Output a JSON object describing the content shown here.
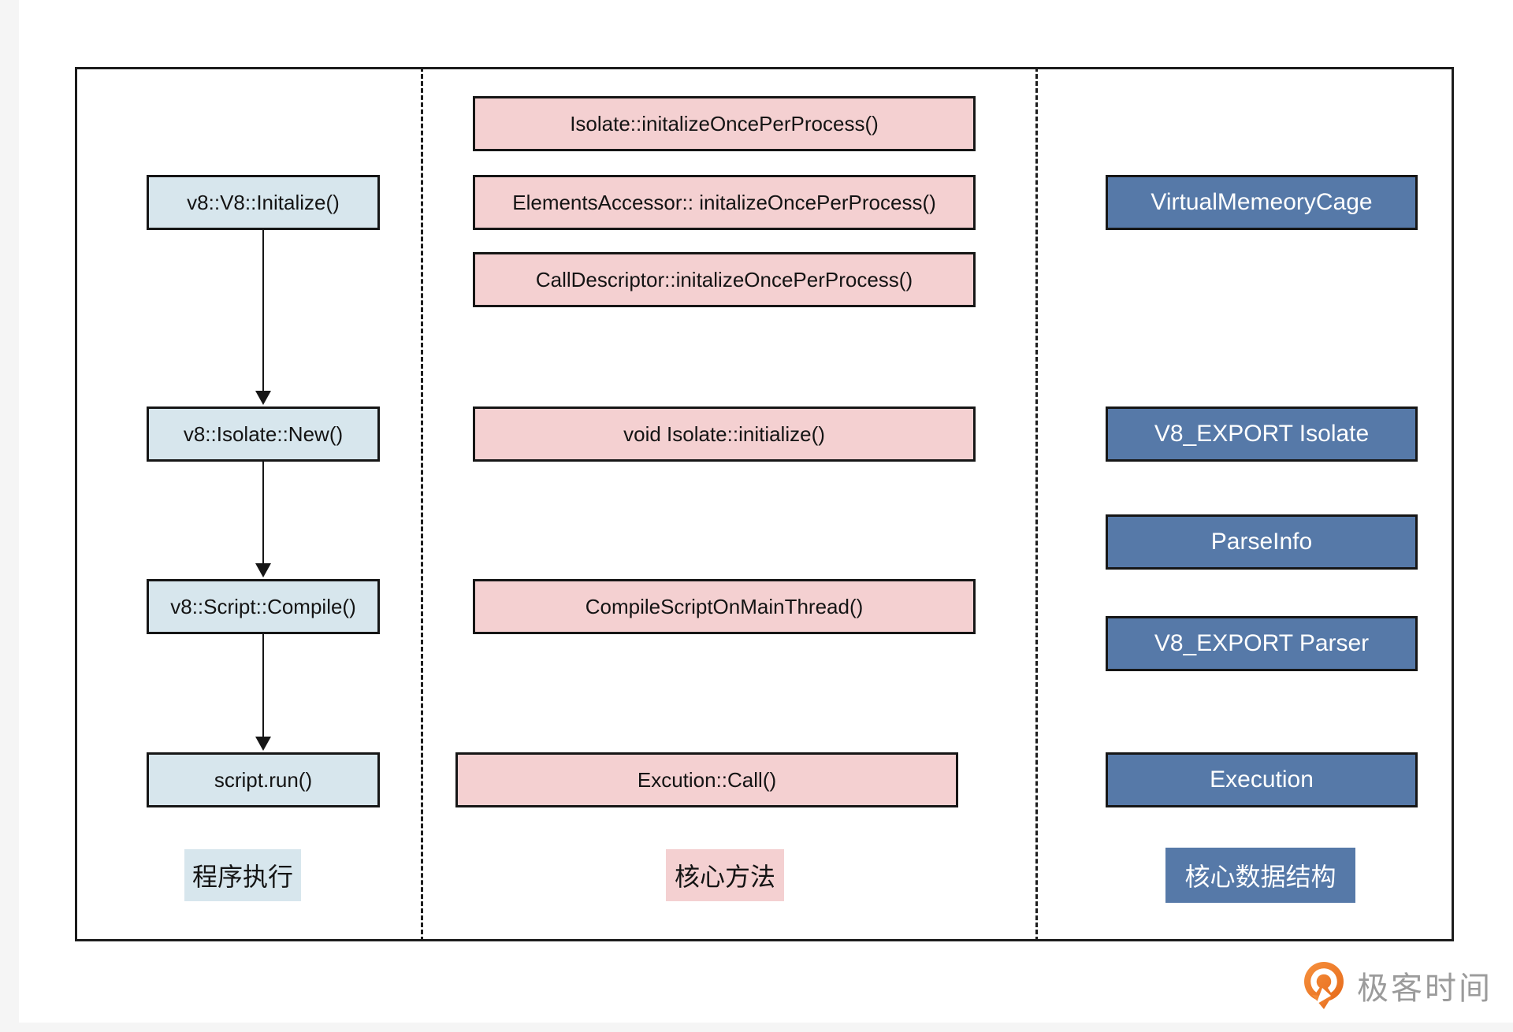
{
  "diagram": {
    "left_column": {
      "caption": "程序执行",
      "boxes": [
        "v8::V8::Initalize()",
        "v8::Isolate::New()",
        "v8::Script::Compile()",
        "script.run()"
      ]
    },
    "middle_column": {
      "caption": "核心方法",
      "boxes": [
        "Isolate::initalizeOncePerProcess()",
        "ElementsAccessor:: initalizeOncePerProcess()",
        "CallDescriptor::initalizeOncePerProcess()",
        "void Isolate::initialize()",
        "CompileScriptOnMainThread()",
        "Excution::Call()"
      ]
    },
    "right_column": {
      "caption": "核心数据结构",
      "boxes": [
        "VirtualMemeoryCage",
        "V8_EXPORT Isolate",
        "ParseInfo",
        "V8_EXPORT Parser",
        "Execution"
      ]
    },
    "colors": {
      "program_box_fill": "#d7e6ed",
      "method_box_fill": "#f4d0d1",
      "structure_box_fill": "#5679a8",
      "border": "#1c1c1c",
      "brand_orange": "#ee7623",
      "brand_text_gray": "#9b9b9b"
    }
  },
  "footer": {
    "brand": "极客时间"
  }
}
